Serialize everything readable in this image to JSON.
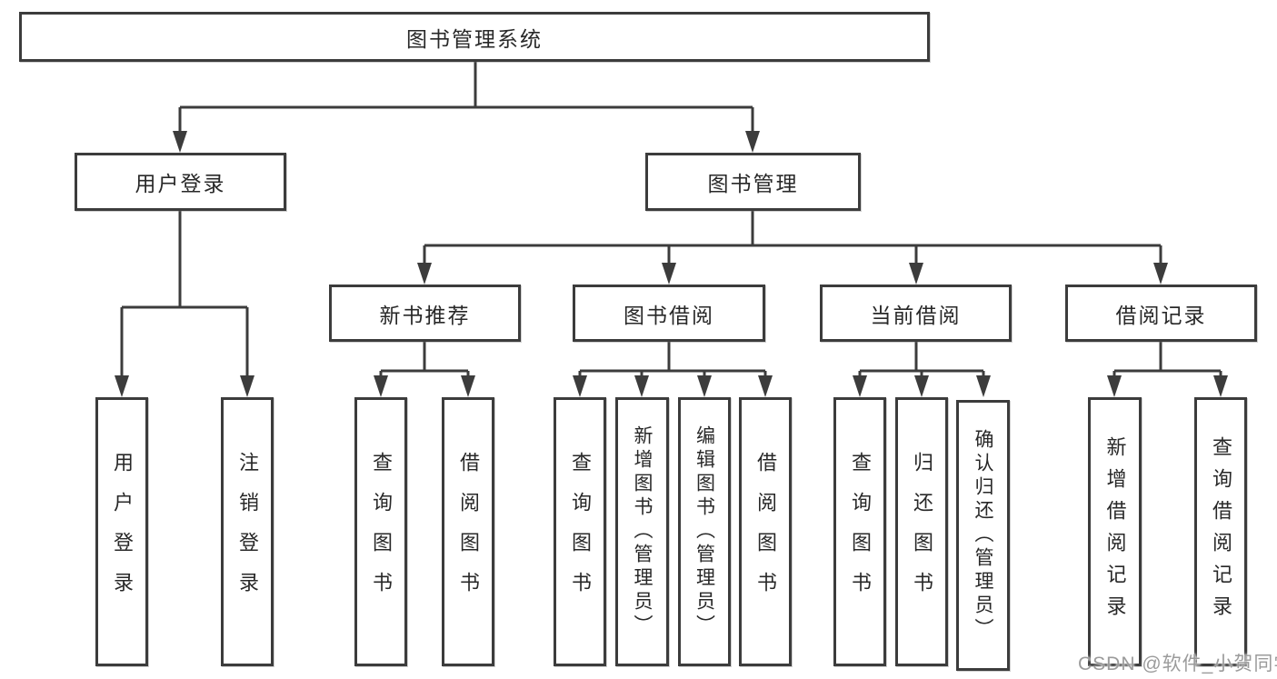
{
  "watermark": "CSDN @软件_小贺同学",
  "colors": {
    "line": "#3c3c3c",
    "text": "#282828",
    "watermark": "#9b9b9b",
    "background": "#ffffff"
  },
  "nodes": {
    "root": "图书管理系统",
    "user_login": "用户登录",
    "book_mgmt": "图书管理",
    "new_book_rec": "新书推荐",
    "book_borrow": "图书借阅",
    "current_borrow": "当前借阅",
    "borrow_records": "借阅记录",
    "leaf_user_login": "用户登录",
    "leaf_logout": "注销登录",
    "leaf_query_book_rec": "查询图书",
    "leaf_borrow_book_rec": "借阅图书",
    "leaf_query_book_borrow": "查询图书",
    "leaf_add_book_admin": "新增图书（管理员）",
    "leaf_edit_book_admin": "编辑图书（管理员）",
    "leaf_borrow_book_borrow": "借阅图书",
    "leaf_query_book_current": "查询图书",
    "leaf_return_book": "归还图书",
    "leaf_confirm_return_admin": "确认归还（管理员）",
    "leaf_add_borrow_record": "新增借阅记录",
    "leaf_query_borrow_record": "查询借阅记录"
  },
  "hierarchy": {
    "图书管理系统": {
      "用户登录": [
        "用户登录",
        "注销登录"
      ],
      "图书管理": {
        "新书推荐": [
          "查询图书",
          "借阅图书"
        ],
        "图书借阅": [
          "查询图书",
          "新增图书（管理员）",
          "编辑图书（管理员）",
          "借阅图书"
        ],
        "当前借阅": [
          "查询图书",
          "归还图书",
          "确认归还（管理员）"
        ],
        "借阅记录": [
          "新增借阅记录",
          "查询借阅记录"
        ]
      }
    }
  }
}
